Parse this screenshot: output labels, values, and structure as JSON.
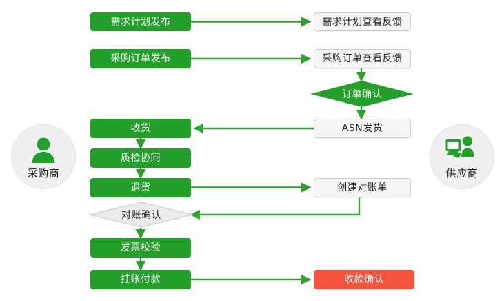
{
  "colors": {
    "green": "#22a02a",
    "green_line": "#2ba32b",
    "red": "#f4543c",
    "light_box_fill": "#f5f5f5",
    "light_box_border": "#cccccc",
    "diamond_gray_fill": "#ececec",
    "diamond_gray_border": "#c9c9c9",
    "actor_circle_fill": "#f0f0f0",
    "background": "#ffffff"
  },
  "actors": {
    "left": {
      "name": "采购商",
      "icon": "person-icon"
    },
    "right": {
      "name": "供应商",
      "icon": "person-at-computer-icon"
    }
  },
  "buyer_steps": [
    {
      "id": "demand-plan-publish",
      "label": "需求计划发布",
      "shape": "rect",
      "style": "green"
    },
    {
      "id": "purchase-order-publish",
      "label": "采购订单发布",
      "shape": "rect",
      "style": "green"
    },
    {
      "id": "receive-goods",
      "label": "收货",
      "shape": "rect",
      "style": "green"
    },
    {
      "id": "quality-inspection-collab",
      "label": "质检协同",
      "shape": "rect",
      "style": "green"
    },
    {
      "id": "return-goods",
      "label": "退货",
      "shape": "rect",
      "style": "green"
    },
    {
      "id": "reconciliation-confirm",
      "label": "对账确认",
      "shape": "diamond",
      "style": "gray"
    },
    {
      "id": "invoice-verify",
      "label": "发票校验",
      "shape": "rect",
      "style": "green"
    },
    {
      "id": "pending-payment",
      "label": "挂账付款",
      "shape": "rect",
      "style": "green"
    }
  ],
  "supplier_steps": [
    {
      "id": "demand-plan-view-feedback",
      "label": "需求计划查看反馈",
      "shape": "rect",
      "style": "light"
    },
    {
      "id": "purchase-order-view-feedback",
      "label": "采购订单查看反馈",
      "shape": "rect",
      "style": "light"
    },
    {
      "id": "order-confirm",
      "label": "订单确认",
      "shape": "diamond",
      "style": "green"
    },
    {
      "id": "asn-shipment",
      "label": "ASN发货",
      "shape": "rect",
      "style": "light"
    },
    {
      "id": "create-reconciliation-statement",
      "label": "创建对账单",
      "shape": "rect",
      "style": "light"
    },
    {
      "id": "payment-receipt-confirm",
      "label": "收款确认",
      "shape": "rect",
      "style": "red"
    }
  ],
  "connections": [
    {
      "from": "demand-plan-publish",
      "to": "demand-plan-view-feedback",
      "direction": "right"
    },
    {
      "from": "purchase-order-publish",
      "to": "purchase-order-view-feedback",
      "direction": "right"
    },
    {
      "from": "purchase-order-view-feedback",
      "to": "order-confirm",
      "direction": "down"
    },
    {
      "from": "order-confirm",
      "to": "asn-shipment",
      "direction": "down"
    },
    {
      "from": "asn-shipment",
      "to": "receive-goods",
      "direction": "left"
    },
    {
      "from": "receive-goods",
      "to": "quality-inspection-collab",
      "direction": "down"
    },
    {
      "from": "quality-inspection-collab",
      "to": "return-goods",
      "direction": "down"
    },
    {
      "from": "return-goods",
      "to": "create-reconciliation-statement",
      "direction": "right"
    },
    {
      "from": "create-reconciliation-statement",
      "to": "reconciliation-confirm",
      "direction": "down-left"
    },
    {
      "from": "reconciliation-confirm",
      "to": "invoice-verify",
      "direction": "down"
    },
    {
      "from": "invoice-verify",
      "to": "pending-payment",
      "direction": "down"
    },
    {
      "from": "pending-payment",
      "to": "payment-receipt-confirm",
      "direction": "right"
    }
  ]
}
